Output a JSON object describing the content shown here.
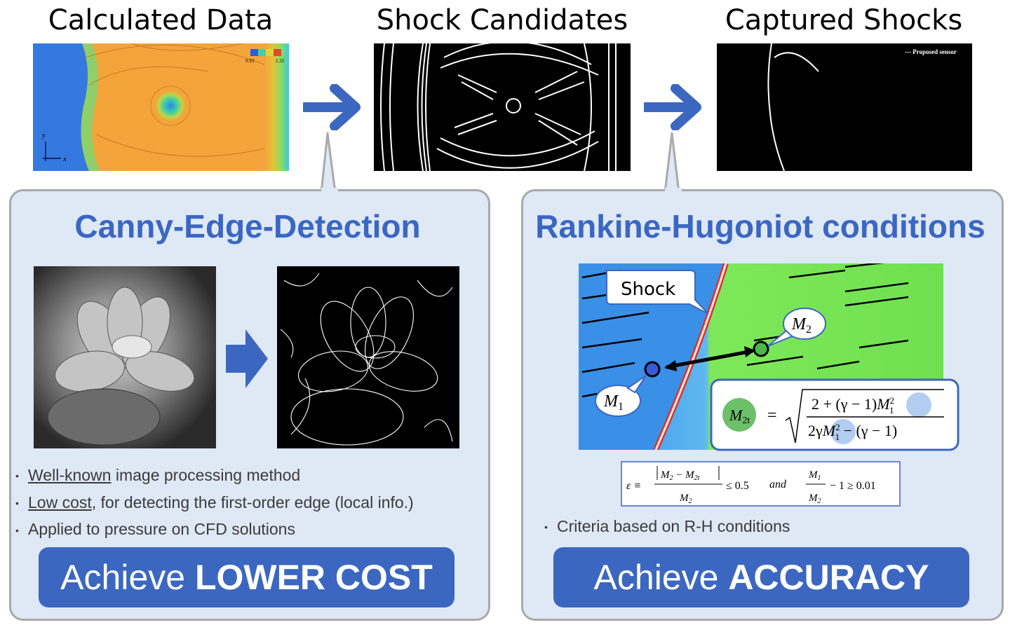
{
  "top": {
    "title1": "Calculated Data",
    "title2": "Shock Candidates",
    "title3": "Captured Shocks",
    "colorbar_min": "0.93",
    "colorbar_max": "1.32",
    "axis_y": "y",
    "axis_x": "x",
    "captured_legend": "--- Proposed sensor"
  },
  "left_box": {
    "title": "Canny-Edge-Detection",
    "bullets": [
      {
        "underlined": "Well-known",
        "rest": " image processing method"
      },
      {
        "underlined": "Low cost",
        "rest": ", for detecting the first-order edge (local info.)"
      },
      {
        "underlined": "",
        "rest": "Applied to pressure on CFD solutions"
      }
    ],
    "achieve_prefix": "Achieve ",
    "achieve_bold": "LOWER COST"
  },
  "right_box": {
    "title": "Rankine-Hugoniot conditions",
    "shock_label": "Shock",
    "m1_label": "M",
    "m1_sub": "1",
    "m2_label": "M",
    "m2_sub": "2",
    "formula_lhs": "M",
    "formula_lhs_sub": "2t",
    "bullet": "Criteria based on R-H conditions",
    "achieve_prefix": "Achieve ",
    "achieve_bold": "ACCURACY"
  },
  "colors": {
    "accent_blue": "#3c67c0",
    "title_blue": "#3a67c3",
    "box_bg": "#dfe8f5",
    "box_border": "#a9a9a9"
  }
}
